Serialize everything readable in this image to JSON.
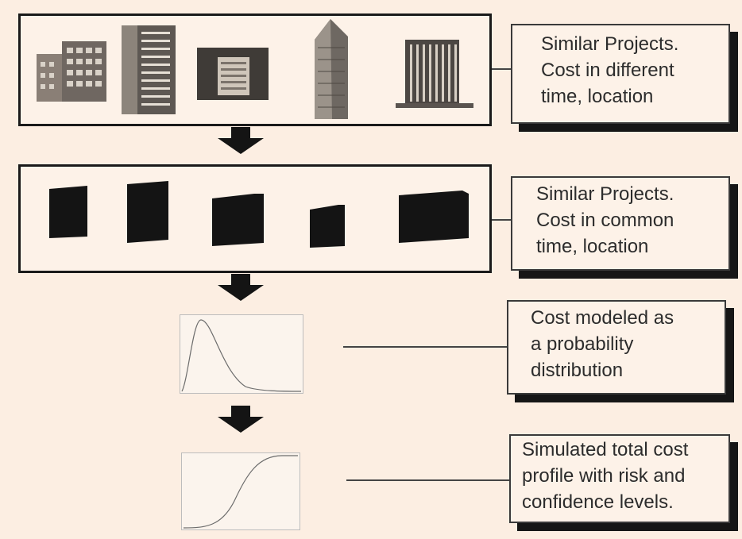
{
  "steps": [
    {
      "id": "different",
      "lines": [
        "Similar Projects.",
        "Cost in different",
        "time, location"
      ]
    },
    {
      "id": "common",
      "lines": [
        "Similar Projects.",
        "Cost in common",
        "time, location"
      ]
    },
    {
      "id": "distribution",
      "lines": [
        "Cost modeled as",
        "a probability",
        "distribution"
      ]
    },
    {
      "id": "simulated",
      "lines": [
        "Simulated total cost",
        "profile with risk and",
        "confidence levels."
      ]
    }
  ],
  "icons": {
    "buildings": [
      "office-building-icon",
      "highrise-building-icon",
      "midrise-building-icon",
      "skyscraper-icon",
      "slab-building-icon"
    ],
    "blocks": [
      "cost-block-icon",
      "cost-block-icon",
      "cost-block-icon",
      "cost-block-icon",
      "cost-block-icon"
    ],
    "pdf_plot": "probability-density-curve-icon",
    "cdf_plot": "cumulative-curve-icon",
    "arrow": "down-arrow-icon"
  },
  "colors": {
    "background": "#fceee2",
    "box_fill": "#fdf2e8",
    "outline": "#1a1a1a",
    "shadow": "#161616",
    "text": "#2c2c2c"
  }
}
